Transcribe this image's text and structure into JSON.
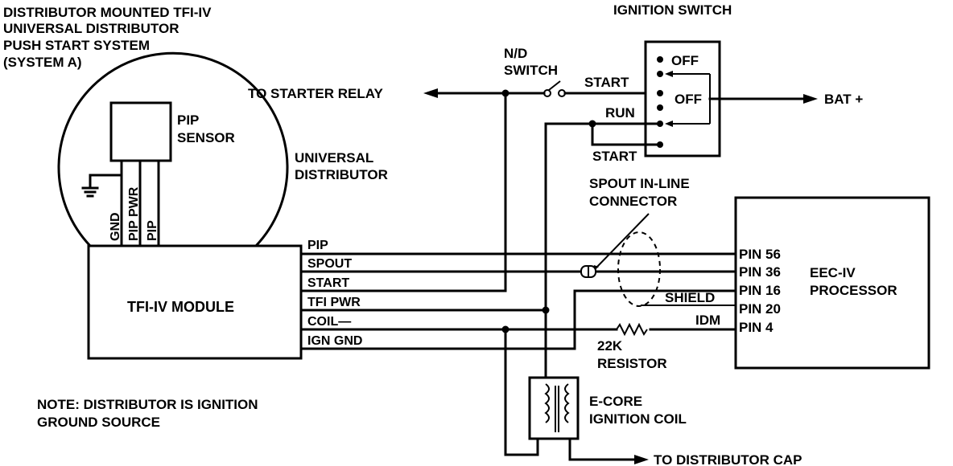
{
  "title_lines": [
    "DISTRIBUTOR MOUNTED TFI-IV",
    "UNIVERSAL DISTRIBUTOR",
    "PUSH START SYSTEM",
    "(SYSTEM A)"
  ],
  "distributor": {
    "label_lines": [
      "UNIVERSAL",
      "DISTRIBUTOR"
    ],
    "pip_sensor_lines": [
      "PIP",
      "SENSOR"
    ],
    "sensor_wires": [
      "GND",
      "PIP PWR",
      "PIP"
    ],
    "module_label": "TFI-IV MODULE",
    "module_pins": [
      "PIP",
      "SPOUT",
      "START",
      "TFI PWR",
      "COIL—",
      "IGN GND"
    ]
  },
  "ignition_switch": {
    "title": "IGNITION SWITCH",
    "positions": [
      "OFF",
      "OFF"
    ],
    "start_label": "START",
    "run_label": "RUN",
    "start_label_2": "START",
    "bat_label": "BAT +"
  },
  "nd_switch_lines": [
    "N/D",
    "SWITCH"
  ],
  "starter_relay_label": "TO STARTER RELAY",
  "spout_connector_lines": [
    "SPOUT IN-LINE",
    "CONNECTOR"
  ],
  "processor": {
    "label_lines": [
      "EEC-IV",
      "PROCESSOR"
    ],
    "pins": [
      "PIN 56",
      "PIN 36",
      "PIN 16",
      "PIN 20",
      "PIN 4"
    ],
    "shield_label": "SHIELD",
    "idm_label": "IDM"
  },
  "resistor_lines": [
    "22K",
    "RESISTOR"
  ],
  "coil_lines": [
    "E-CORE",
    "IGNITION COIL"
  ],
  "distributor_cap_label": "TO DISTRIBUTOR CAP",
  "note_lines": [
    "NOTE: DISTRIBUTOR IS IGNITION",
    "GROUND SOURCE"
  ]
}
